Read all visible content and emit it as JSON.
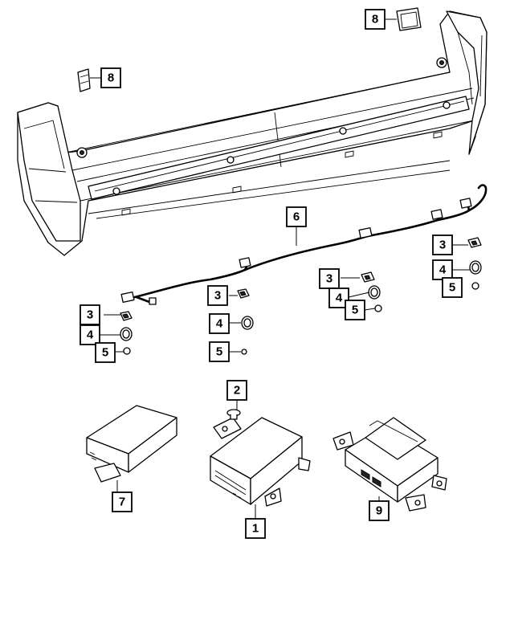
{
  "callouts": {
    "c1": "1",
    "c2": "2",
    "c3a": "3",
    "c3b": "3",
    "c3c": "3",
    "c3d": "3",
    "c4a": "4",
    "c4b": "4",
    "c4c": "4",
    "c4d": "4",
    "c5a": "5",
    "c5b": "5",
    "c5c": "5",
    "c5d": "5",
    "c6": "6",
    "c7": "7",
    "c8a": "8",
    "c8b": "8",
    "c9": "9"
  }
}
